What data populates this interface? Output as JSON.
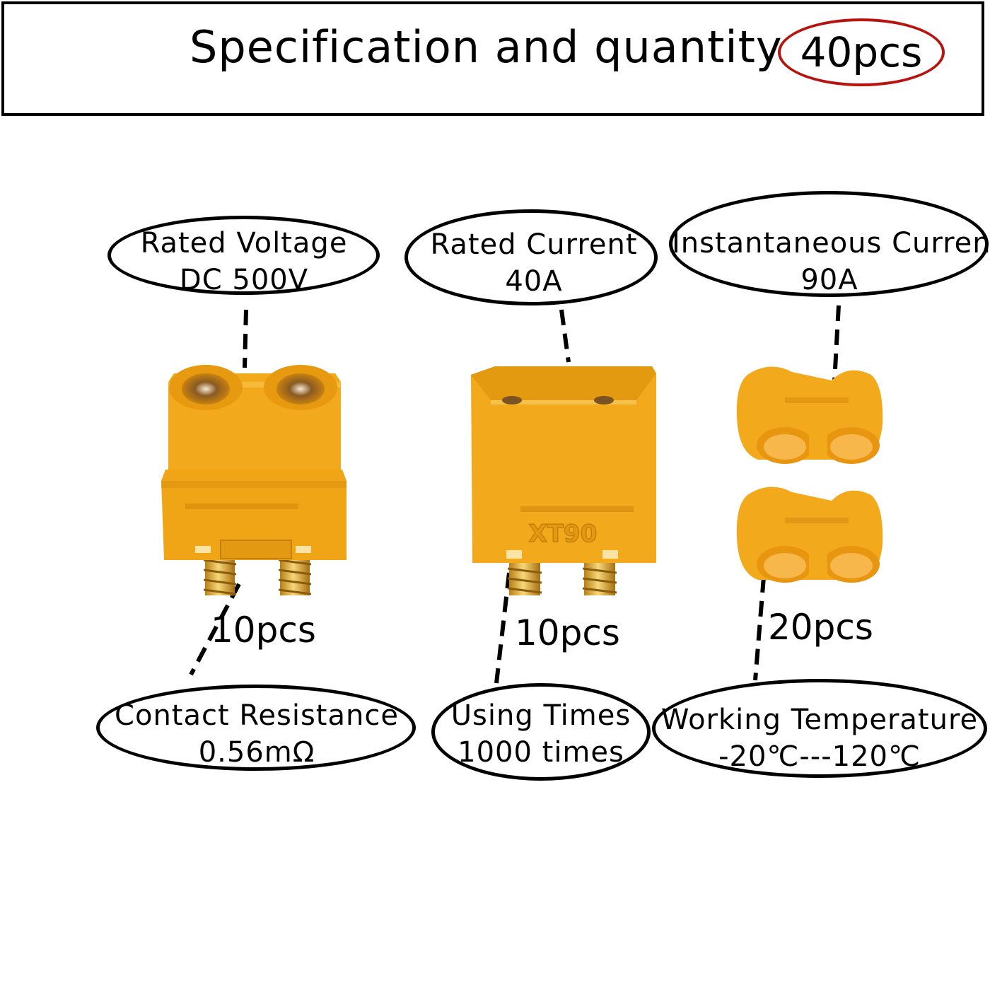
{
  "header": {
    "title": "Specification and quantity",
    "total_quantity": "40pcs"
  },
  "specs": {
    "rated_voltage": {
      "label": "Rated Voltage",
      "value": "DC 500V"
    },
    "rated_current": {
      "label": "Rated Current",
      "value": "40A"
    },
    "instantaneous_current": {
      "label": "Instantaneous Current",
      "value": "90A"
    },
    "contact_resistance": {
      "label": "Contact Resistance",
      "value": "0.56mΩ"
    },
    "using_times": {
      "label": "Using Times",
      "value": "1000 times"
    },
    "working_temperature": {
      "label": "Working Temperature",
      "value": "-20℃---120℃"
    }
  },
  "products": {
    "female_connector": {
      "quantity": "10pcs"
    },
    "male_connector": {
      "quantity": "10pcs",
      "marking": "XT90"
    },
    "end_caps": {
      "quantity": "20pcs"
    }
  },
  "colors": {
    "connector_yellow": "#f2a91c",
    "connector_shadow": "#d98c0c",
    "contact_gold": "#d9a62e",
    "highlight_circle": "#b8140f"
  }
}
